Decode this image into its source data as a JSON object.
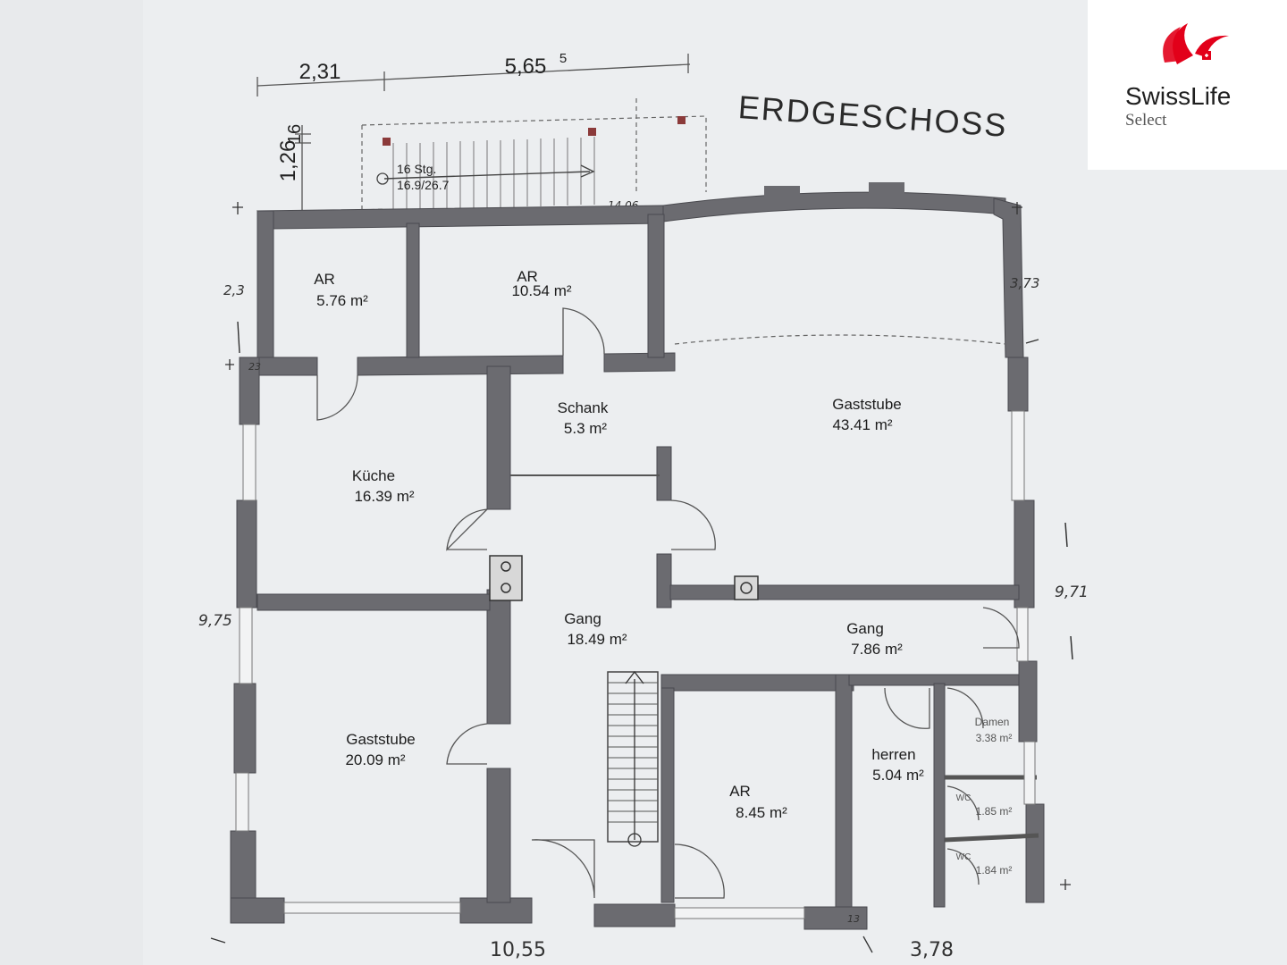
{
  "plan": {
    "title": "ERDGESCHOSS",
    "dimensions": {
      "top_left": "2,31",
      "top_right": "5,65",
      "top_right_sup": "5",
      "vertical_left": "1,26",
      "vertical_left_small": "16",
      "bottom_left": "10,55",
      "bottom_right": "3,78",
      "stairs_top_label": "14,06"
    },
    "stairs_label_line1": "16 Stg.",
    "stairs_label_line2": "16.9/26.7",
    "handwritten": {
      "left_upper": "2,3",
      "left_corner": "23",
      "left_middle": "9,75",
      "right_upper": "3,73",
      "right_middle": "9,71",
      "bottom_corner": "13"
    },
    "rooms": [
      {
        "name": "AR",
        "area": "5.76 m²"
      },
      {
        "name": "AR",
        "area": "10.54 m²"
      },
      {
        "name": "Schank",
        "area": "5.3 m²"
      },
      {
        "name": "Gaststube",
        "area": "43.41 m²"
      },
      {
        "name": "Küche",
        "area": "16.39 m²"
      },
      {
        "name": "Gang",
        "area": "18.49 m²"
      },
      {
        "name": "Gang",
        "area": "7.86 m²"
      },
      {
        "name": "Gaststube",
        "area": "20.09 m²"
      },
      {
        "name": "AR",
        "area": "8.45 m²"
      },
      {
        "name": "herren",
        "area": "5.04 m²"
      },
      {
        "name": "Damen",
        "area": "3.38 m²"
      },
      {
        "name": "WC",
        "area": "1.85 m²"
      },
      {
        "name": "WC",
        "area": "1.84 m²"
      }
    ]
  },
  "logo": {
    "brand": "SwissLife",
    "sub": "Select",
    "colors": {
      "red": "#e2001a",
      "text": "#1f1f1f"
    }
  }
}
